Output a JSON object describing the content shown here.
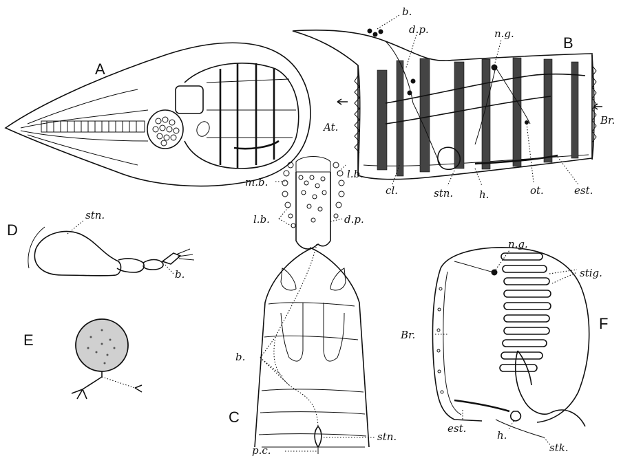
{
  "figure_labels": {
    "A": "A",
    "B": "B",
    "C": "C",
    "D": "D",
    "E": "E",
    "F": "F"
  },
  "panel_b": {
    "b": "b.",
    "dp": "d.p.",
    "ng": "n.g.",
    "at": "At.",
    "br": "Br.",
    "cl": "cl.",
    "stn": "stn.",
    "h": "h.",
    "ot": "ot.",
    "est": "est."
  },
  "panel_c": {
    "mb": "m.b.",
    "lb_top": "l.b.",
    "lb_left": "l.b.",
    "dp": "d.p.",
    "b": "b.",
    "stn": "stn.",
    "pc": "p.c."
  },
  "panel_d": {
    "stn": "stn.",
    "b": "b."
  },
  "panel_f": {
    "ng": "n.g.",
    "stig": "stig.",
    "br": "Br.",
    "est": "est.",
    "h": "h.",
    "stk": "stk."
  }
}
